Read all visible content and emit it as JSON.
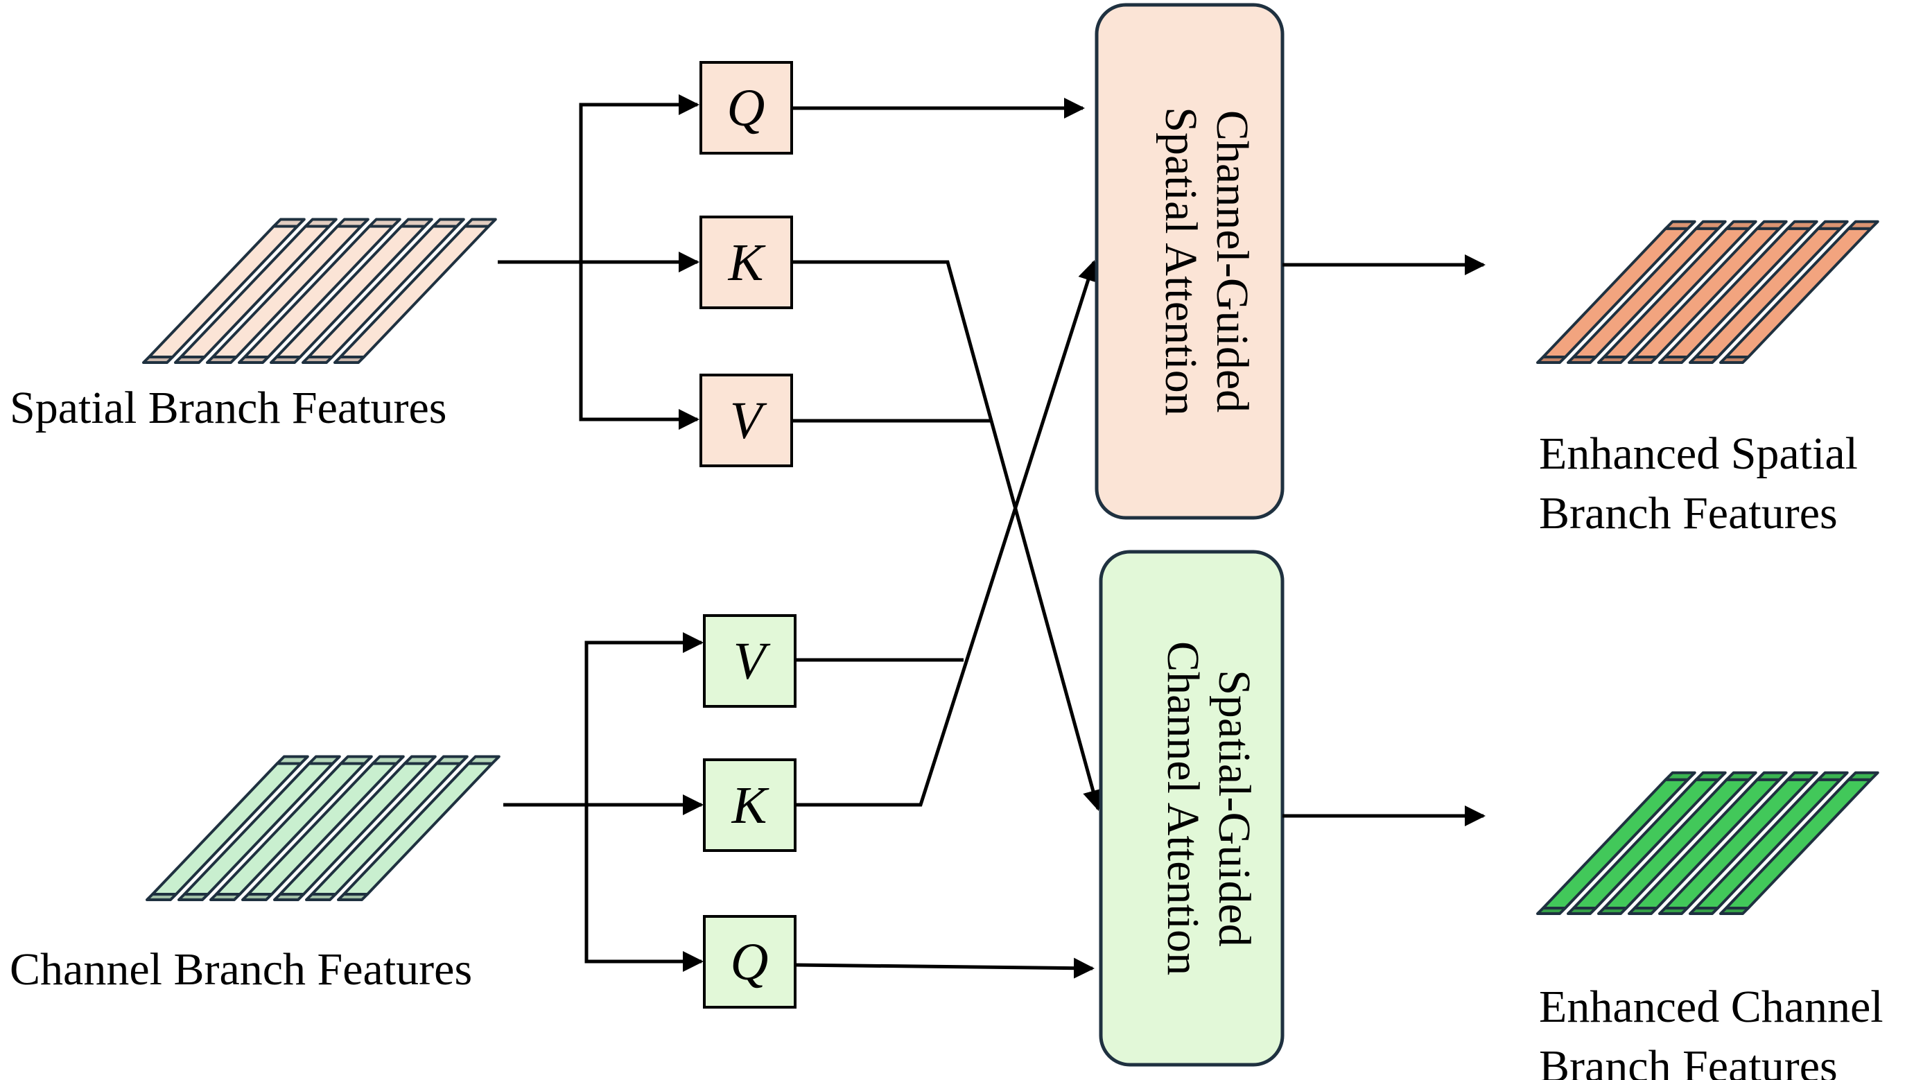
{
  "spatial_input": {
    "label": "Spatial Branch Features",
    "color": "#fbe4d6"
  },
  "channel_input": {
    "label": "Channel Branch Features",
    "color": "#c9efcf"
  },
  "spatial_projections": {
    "q": "Q",
    "k": "K",
    "v": "V",
    "color": "#fbe4d6"
  },
  "channel_projections": {
    "v": "V",
    "k": "K",
    "q": "Q",
    "color": "#e2f8d8"
  },
  "channel_guided_block": {
    "line1": "Channel-Guided",
    "line2": "Spatial Attention",
    "color": "#fbe4d6"
  },
  "spatial_guided_block": {
    "line1": "Spatial-Guided",
    "line2": "Channel Attention",
    "color": "#e2f8d8"
  },
  "spatial_output": {
    "line1": "Enhanced Spatial",
    "line2": "Branch Features",
    "color": "#f2a47f"
  },
  "channel_output": {
    "line1": "Enhanced Channel",
    "line2": "Branch Features",
    "color": "#42c85a"
  },
  "stroke_color": "#1f3140"
}
